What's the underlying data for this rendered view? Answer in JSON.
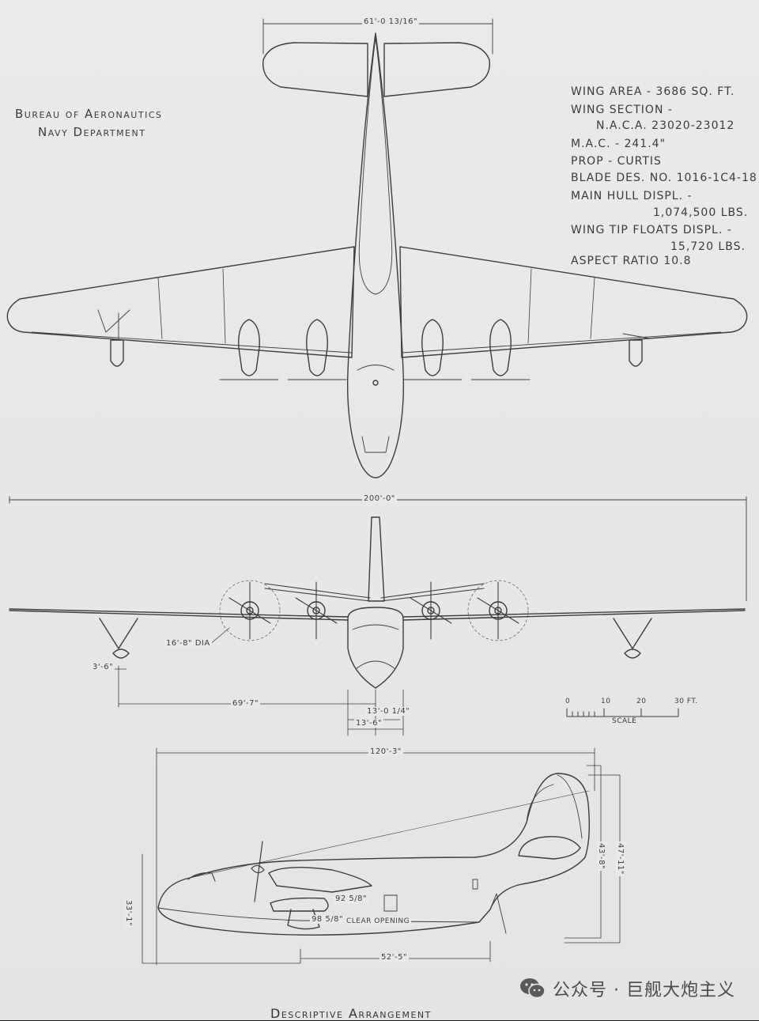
{
  "header": {
    "line1": "Bureau of Aeronautics",
    "line2": "Navy Department"
  },
  "specs": [
    "WING AREA - 3686 SQ. FT.",
    "WING SECTION -",
    "N.A.C.A. 23020-23012",
    "M.A.C. - 241.4\"",
    "PROP - CURTIS",
    "BLADE DES. NO. 1016-1C4-18",
    "MAIN HULL DISPL. -",
    "1,074,500 LBS.",
    "WING TIP FLOATS DISPL. -",
    "15,720 LBS.",
    "ASPECT RATIO 10.8"
  ],
  "dimensions": {
    "tail_span": "61'-0 13/16\"",
    "wing_span": "200'-0\"",
    "prop_dia": "16'-8\" DIA",
    "float_offset": "3'-6\"",
    "float_span": "69'-7\"",
    "hull_beam_inner": "13'-0 1/4\"",
    "hull_beam_outer": "13'-6\"",
    "length": "120'-3\"",
    "height_total": "47'-11\"",
    "height_tail": "43'-8\"",
    "hull_depth": "33'-1\"",
    "opening_height": "92 5/8\"",
    "opening_width": "98 5/8\"",
    "clear_opening": "CLEAR OPENING",
    "keel_length": "52'-5\""
  },
  "scale": {
    "ticks": [
      "0",
      "10",
      "20",
      "30 FT."
    ],
    "label": "SCALE"
  },
  "watermark": "公众号 · 巨舰大炮主义",
  "footer": "Descriptive Arrangement"
}
